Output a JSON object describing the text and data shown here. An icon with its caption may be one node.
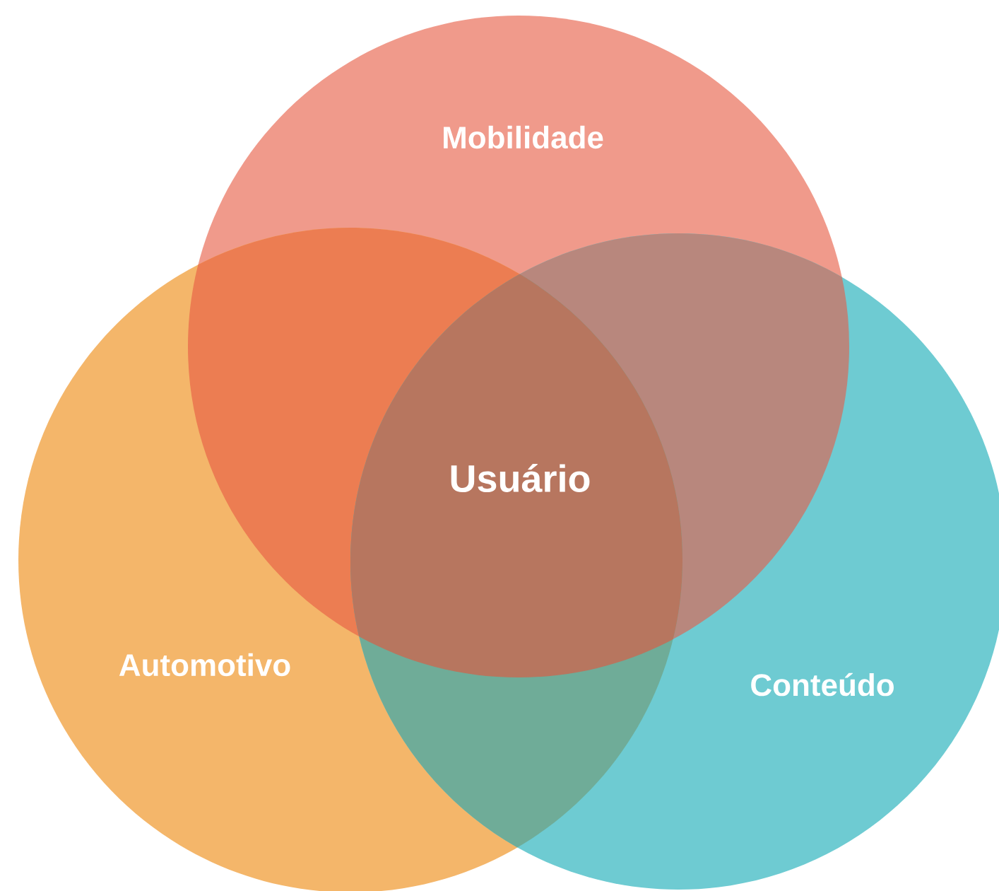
{
  "diagram": {
    "nodes": [
      {
        "text": [
          "Mobilidade"
        ]
      },
      {
        "text": [
          "Automotivo"
        ]
      },
      {
        "text": [
          "Conteúdo"
        ]
      }
    ],
    "labels": [
      "Usuário"
    ]
  }
}
